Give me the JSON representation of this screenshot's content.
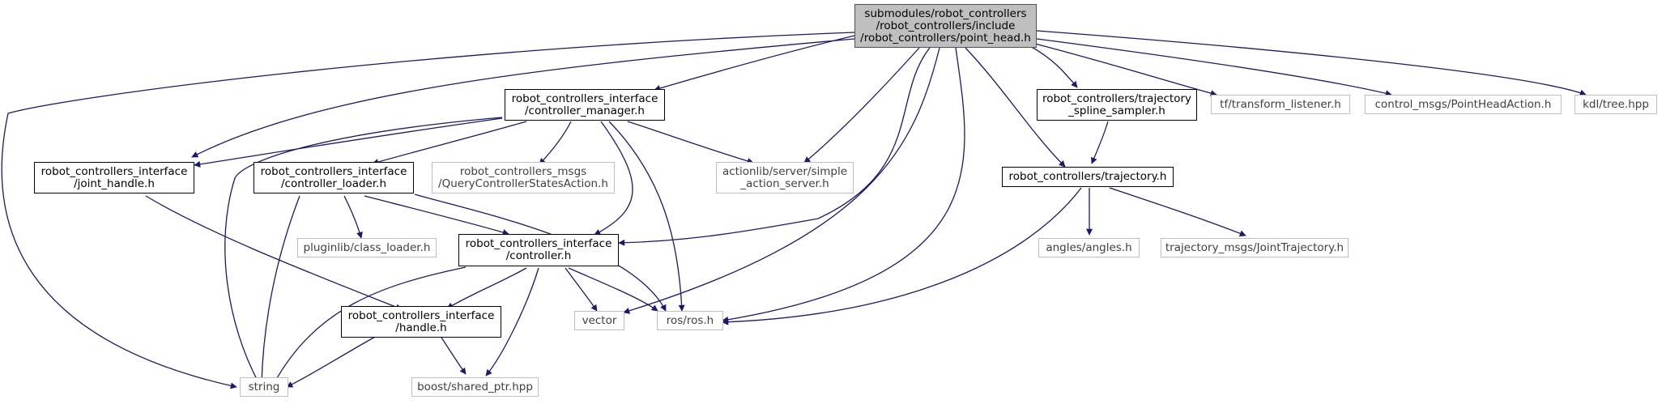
{
  "colors": {
    "edge": "#191970",
    "doc_border": "#000000",
    "ext_border": "#bfbfbf",
    "root_fill": "#bfbfbf"
  },
  "nodes": {
    "root": {
      "lines": [
        "submodules/robot_controllers",
        "/robot_controllers/include",
        "/robot_controllers/point_head.h"
      ]
    },
    "controller_manager": {
      "lines": [
        "robot_controllers_interface",
        "/controller_manager.h"
      ]
    },
    "trajectory_spline_sampler": {
      "lines": [
        "robot_controllers/trajectory",
        "_spline_sampler.h"
      ]
    },
    "transform_listener": {
      "lines": [
        "tf/transform_listener.h"
      ]
    },
    "point_head_action": {
      "lines": [
        "control_msgs/PointHeadAction.h"
      ]
    },
    "kdl_tree": {
      "lines": [
        "kdl/tree.hpp"
      ]
    },
    "joint_handle": {
      "lines": [
        "robot_controllers_interface",
        "/joint_handle.h"
      ]
    },
    "controller_loader": {
      "lines": [
        "robot_controllers_interface",
        "/controller_loader.h"
      ]
    },
    "query_controller_states": {
      "lines": [
        "robot_controllers_msgs",
        "/QueryControllerStatesAction.h"
      ]
    },
    "simple_action_server": {
      "lines": [
        "actionlib/server/simple",
        "_action_server.h"
      ]
    },
    "trajectory": {
      "lines": [
        "robot_controllers/trajectory.h"
      ]
    },
    "class_loader": {
      "lines": [
        "pluginlib/class_loader.h"
      ]
    },
    "controller": {
      "lines": [
        "robot_controllers_interface",
        "/controller.h"
      ]
    },
    "angles": {
      "lines": [
        "angles/angles.h"
      ]
    },
    "joint_trajectory": {
      "lines": [
        "trajectory_msgs/JointTrajectory.h"
      ]
    },
    "handle": {
      "lines": [
        "robot_controllers_interface",
        "/handle.h"
      ]
    },
    "vector": {
      "lines": [
        "vector"
      ]
    },
    "ros": {
      "lines": [
        "ros/ros.h"
      ]
    },
    "string": {
      "lines": [
        "string"
      ]
    },
    "shared_ptr": {
      "lines": [
        "boost/shared_ptr.hpp"
      ]
    }
  }
}
